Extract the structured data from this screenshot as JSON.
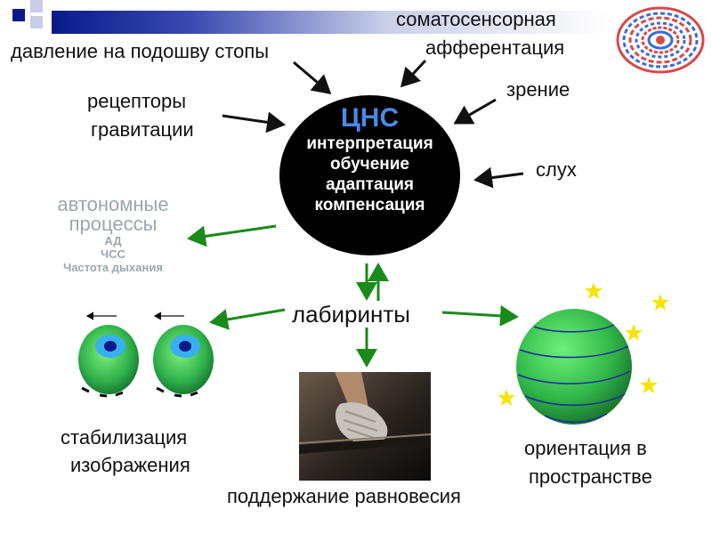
{
  "labels": {
    "somatosensory_line1": "соматосенсорная",
    "somatosensory_line2": "афферентация",
    "foot_pressure": "давление на подошву стопы",
    "gravity_receptors_line1": "рецепторы",
    "gravity_receptors_line2": "гравитации",
    "vision": "зрение",
    "hearing": "слух",
    "labyrinths": "лабиринты",
    "image_stabilization_line1": "стабилизация",
    "image_stabilization_line2": "изображения",
    "balance_maintenance": "поддержание равновесия",
    "spatial_orientation_line1": "ориентация в",
    "spatial_orientation_line2": "пространстве"
  },
  "cns": {
    "title": "ЦНС",
    "functions": [
      "интерпретация",
      "обучение",
      "адаптация",
      "компенсация"
    ]
  },
  "autonomic": {
    "title_line1": "автономные",
    "title_line2": "процессы",
    "items": [
      "АД",
      "ЧСС",
      "Частота дыхания"
    ]
  },
  "colors": {
    "arrow_black": "#111111",
    "arrow_green": "#1a8a1a",
    "cns_fill": "#000000",
    "cns_title": "#4a8ae8",
    "autonomic_text": "#9aa7ad",
    "sphere_green": "#3ec85a",
    "star_yellow": "#f5e400",
    "header_blue": "#0a1a8a"
  },
  "icons": [
    "eye-icon",
    "globe-icon",
    "star-icon",
    "spiral-logo-icon",
    "foot-on-beam-photo"
  ]
}
